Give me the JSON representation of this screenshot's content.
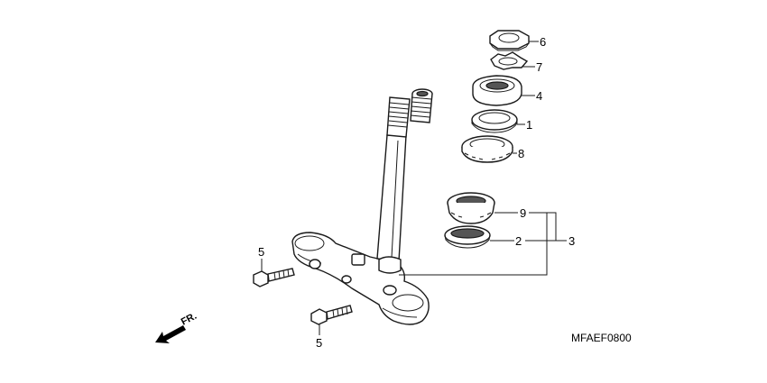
{
  "diagram": {
    "part_numbers": {
      "p1": "1",
      "p2": "2",
      "p3": "3",
      "p4": "4",
      "p5a": "5",
      "p5b": "5",
      "p6": "6",
      "p7": "7",
      "p8": "8",
      "p9": "9"
    },
    "direction_marker": "FR.",
    "diagram_code": "MFAEF0800"
  }
}
